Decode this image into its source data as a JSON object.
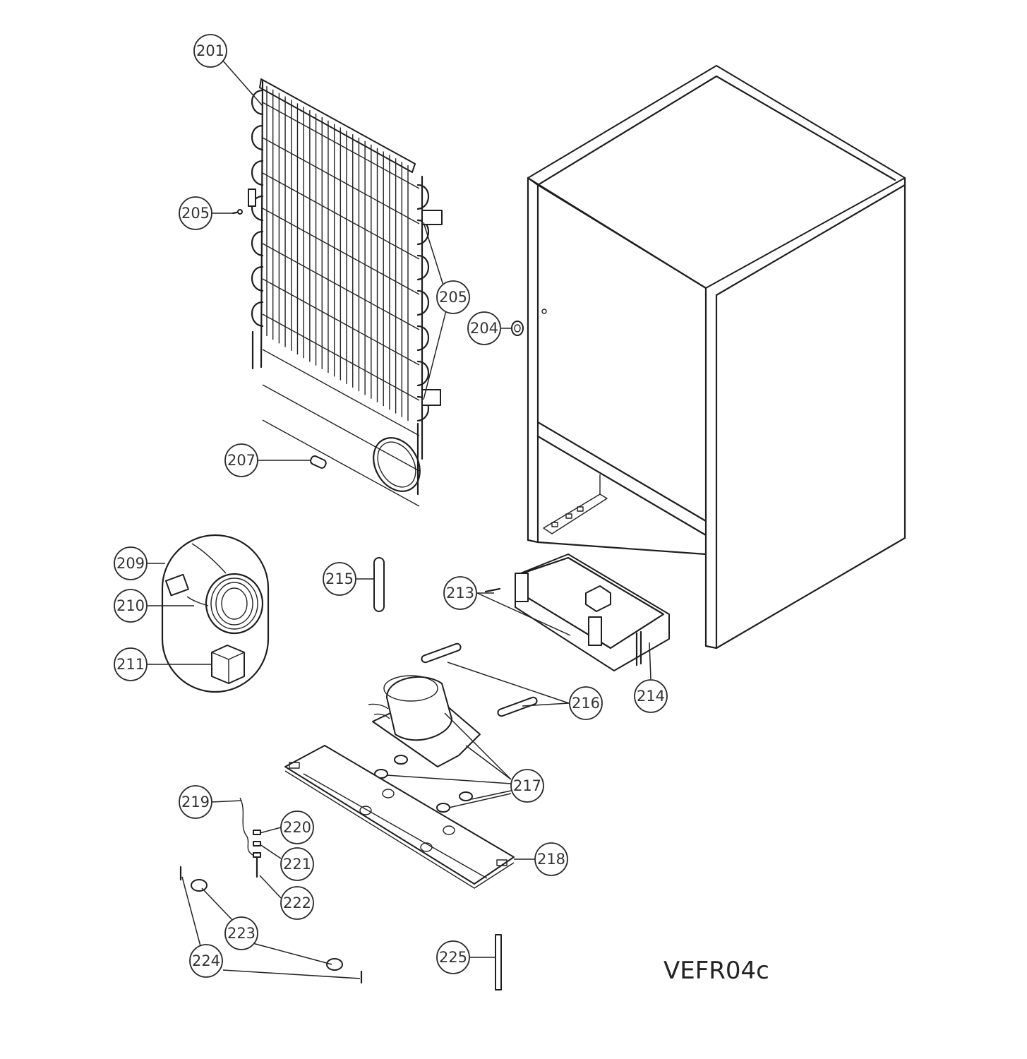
{
  "model_code": "VEFR04c",
  "callouts": {
    "c201": "201",
    "c205a": "205",
    "c205b": "205",
    "c204": "204",
    "c207": "207",
    "c209": "209",
    "c210": "210",
    "c211": "211",
    "c215": "215",
    "c213": "213",
    "c214": "214",
    "c216": "216",
    "c217": "217",
    "c218": "218",
    "c219": "219",
    "c220": "220",
    "c221": "221",
    "c222": "222",
    "c223": "223",
    "c224": "224",
    "c225": "225"
  }
}
